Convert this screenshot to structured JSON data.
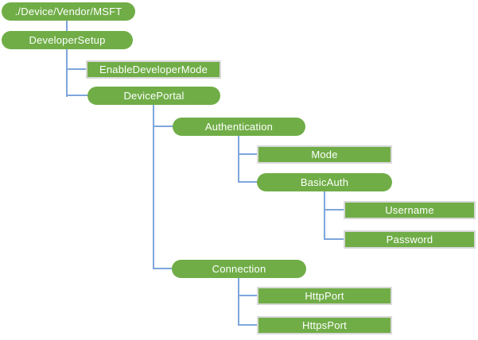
{
  "diagram": {
    "type": "tree",
    "colors": {
      "background": "#FFFFFF",
      "node_fill": "#70AD47",
      "node_text": "#FFFFFF",
      "leaf_border": "#D9D9D9",
      "connector": "#7EA6DC"
    },
    "nodes": {
      "msft": {
        "label": "./Device/Vendor/MSFT",
        "shape": "pill"
      },
      "developer_setup": {
        "label": "DeveloperSetup",
        "shape": "pill"
      },
      "enable_developer_mode": {
        "label": "EnableDeveloperMode",
        "shape": "rect"
      },
      "device_portal": {
        "label": "DevicePortal",
        "shape": "pill"
      },
      "authentication": {
        "label": "Authentication",
        "shape": "pill"
      },
      "mode": {
        "label": "Mode",
        "shape": "rect"
      },
      "basic_auth": {
        "label": "BasicAuth",
        "shape": "pill"
      },
      "username": {
        "label": "Username",
        "shape": "rect"
      },
      "password": {
        "label": "Password",
        "shape": "rect"
      },
      "connection": {
        "label": "Connection",
        "shape": "pill"
      },
      "http_port": {
        "label": "HttpPort",
        "shape": "rect"
      },
      "https_port": {
        "label": "HttpsPort",
        "shape": "rect"
      }
    },
    "hierarchy": {
      "./Device/Vendor/MSFT": {
        "DeveloperSetup": {
          "EnableDeveloperMode": {},
          "DevicePortal": {
            "Authentication": {
              "Mode": {},
              "BasicAuth": {
                "Username": {},
                "Password": {}
              }
            },
            "Connection": {
              "HttpPort": {},
              "HttpsPort": {}
            }
          }
        }
      }
    }
  }
}
